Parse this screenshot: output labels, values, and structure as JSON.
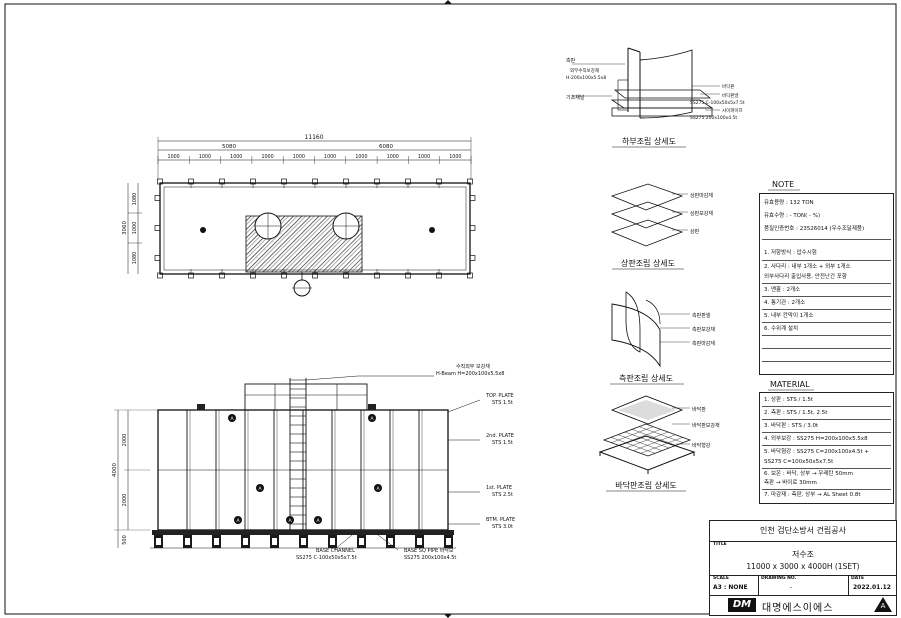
{
  "plan": {
    "overall": "11160",
    "half_left": "5080",
    "half_right": "6080",
    "modules": [
      "1000",
      "1000",
      "1000",
      "1000",
      "1000",
      "1000",
      "1000",
      "1000",
      "1000",
      "1000"
    ],
    "side_total": "3060",
    "side_dims": [
      "1080",
      "1000",
      "1080"
    ]
  },
  "elevation": {
    "top_note_1": "수직외부 보강재",
    "top_note_2": "H-Beam H=200x100x5.5x8",
    "plates": [
      {
        "name": "TOP. PLATE",
        "spec": "STS 1.5t"
      },
      {
        "name": "2nd. PLATE",
        "spec": "STS 1.5t"
      },
      {
        "name": "1st. PLATE",
        "spec": "STS 2.5t"
      },
      {
        "name": "BTM. PLATE",
        "spec": "STS 3.0t"
      }
    ],
    "height_total": "4000",
    "heights": [
      "2000",
      "2000"
    ],
    "base_height": "500",
    "base_channel": "BASE CHANNEL",
    "base_channel_spec": "SS275 C-100x50x5x7.5t",
    "base_pipe": "BASE SQ PIPE 바닥보",
    "base_pipe_spec": "SS275 200x100x4.5t",
    "marker": "A"
  },
  "details": {
    "lower": {
      "title": "하부조립 상세도",
      "labels": [
        "측판",
        "외부수직보강재",
        "H-200x100x5.5x8",
        "기초채널",
        "바닥판",
        "바닥판넬",
        "SS275 C-100x50x5x7.5t",
        "사이파이프",
        "SS275 200x100x4.5t"
      ]
    },
    "upper": {
      "title": "상판조립 상세도",
      "labels": [
        "상판마감재",
        "상판보강재",
        "상판"
      ]
    },
    "side": {
      "title": "측판조립 상세도",
      "labels": [
        "측판판넬",
        "측판보강재",
        "측판마감재"
      ]
    },
    "bottom": {
      "title": "바닥판조립 상세도",
      "labels": [
        "바닥판",
        "바닥판보강재",
        "바닥형강"
      ]
    }
  },
  "note": {
    "title": "NOTE",
    "rows": [
      "유효용량 :  132  TON",
      "유효수량 :   -   TON(   -   %)",
      "품질인증번호 : 23526014 (우수조달제품)",
      "",
      "1. 저항방식 : 압수시험",
      "2. 사다리 : 내부 1개소 + 외부 1개소",
      "   외부사다리 출입사용, 안전난간 포함",
      "3. 맨홀 : 2개소",
      "4. 통기관 : 2개소",
      "5. 내부 칸막이 1개소",
      "6. 수위계 설치",
      "",
      ""
    ]
  },
  "material": {
    "title": "MATERIAL",
    "rows": [
      "1. 상판 : STS / 1.5t",
      "2. 측판 : STS / 1.5t, 2.5t",
      "3. 바닥판 : STS / 3.0t",
      "4. 외부보강 : SS275 H=200x100x5.5x8",
      "5. 바닥형강 : SS275 C=200x100x4.5t +",
      "          SS275 C=100x50x5x7.5t",
      "6. 보온 : 바닥, 상부 → 우레탄 50mm",
      "          측판 → 바이로 30mm",
      "7. 마감재 : 측판, 상부 → AL Sheet 0.8t"
    ]
  },
  "title_block": {
    "project": "인천 검단소방서 건립공사",
    "title_label": "TITLE",
    "title": "저수조",
    "subtitle": "11000 x 3000 x 4000H (1SET)",
    "scale_label": "SCALE",
    "scale": "A3 : NONE",
    "drawing_no_label": "DRAWING NO.",
    "drawing_no": "-",
    "date_label": "DATE",
    "date": "2022.01.12",
    "company_logo": "DM",
    "company": "대명에스이에스",
    "revision": "A"
  }
}
